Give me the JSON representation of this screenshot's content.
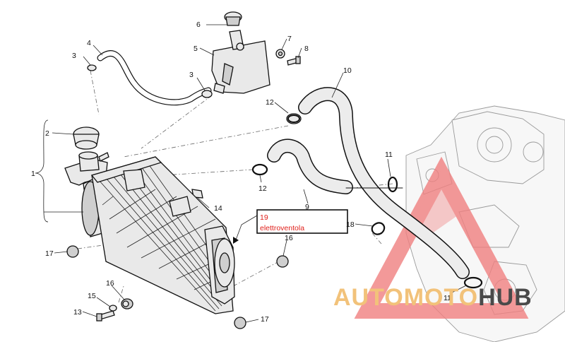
{
  "callouts": [
    {
      "id": "c1",
      "label": "1"
    },
    {
      "id": "c2",
      "label": "2"
    },
    {
      "id": "c3a",
      "label": "3"
    },
    {
      "id": "c3b",
      "label": "3"
    },
    {
      "id": "c4",
      "label": "4"
    },
    {
      "id": "c5",
      "label": "5"
    },
    {
      "id": "c6",
      "label": "6"
    },
    {
      "id": "c7",
      "label": "7"
    },
    {
      "id": "c8",
      "label": "8"
    },
    {
      "id": "c9",
      "label": "9"
    },
    {
      "id": "c10",
      "label": "10"
    },
    {
      "id": "c11a",
      "label": "11"
    },
    {
      "id": "c11b",
      "label": "11"
    },
    {
      "id": "c12a",
      "label": "12"
    },
    {
      "id": "c12b",
      "label": "12"
    },
    {
      "id": "c13",
      "label": "13"
    },
    {
      "id": "c14",
      "label": "14"
    },
    {
      "id": "c15",
      "label": "15"
    },
    {
      "id": "c16a",
      "label": "16"
    },
    {
      "id": "c16b",
      "label": "16"
    },
    {
      "id": "c17a",
      "label": "17"
    },
    {
      "id": "c17b",
      "label": "17"
    },
    {
      "id": "c18",
      "label": "18"
    }
  ],
  "annotation": {
    "number": "19",
    "text": "elettroventola",
    "color": "#e0201b"
  },
  "watermark": {
    "word_colored": "AUTOMOTO",
    "word_dark": "HUB",
    "colored_hex": "#f2c27a",
    "dark_hex": "#4a4a4a",
    "triangle_hex": "#f08080"
  }
}
